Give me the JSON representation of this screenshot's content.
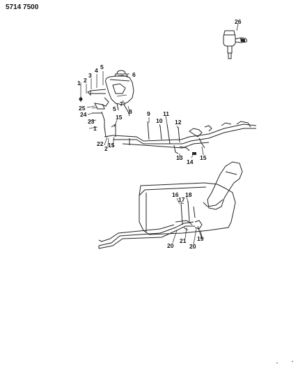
{
  "header": {
    "catalog_code": "5714 7500"
  },
  "callouts": [
    {
      "id": "c1a",
      "text": "1"
    },
    {
      "id": "c2",
      "text": "2"
    },
    {
      "id": "c3",
      "text": "3"
    },
    {
      "id": "c4",
      "text": "4"
    },
    {
      "id": "c5a",
      "text": "5"
    },
    {
      "id": "c6",
      "text": "6"
    },
    {
      "id": "c25",
      "text": "25"
    },
    {
      "id": "c5b",
      "text": "5"
    },
    {
      "id": "c7",
      "text": "7"
    },
    {
      "id": "c8",
      "text": "8"
    },
    {
      "id": "c24",
      "text": "24"
    },
    {
      "id": "c23",
      "text": "23"
    },
    {
      "id": "c1b",
      "text": "1"
    },
    {
      "id": "c15a",
      "text": "15"
    },
    {
      "id": "c22",
      "text": "22"
    },
    {
      "id": "c2b",
      "text": "2"
    },
    {
      "id": "c15b",
      "text": "15"
    },
    {
      "id": "c9",
      "text": "9"
    },
    {
      "id": "c10",
      "text": "10"
    },
    {
      "id": "c11",
      "text": "11"
    },
    {
      "id": "c12",
      "text": "12"
    },
    {
      "id": "c13",
      "text": "13"
    },
    {
      "id": "c14",
      "text": "14"
    },
    {
      "id": "c15c",
      "text": "15"
    },
    {
      "id": "c26",
      "text": "26"
    },
    {
      "id": "c16",
      "text": "16"
    },
    {
      "id": "c17",
      "text": "17"
    },
    {
      "id": "c18",
      "text": "18"
    },
    {
      "id": "c20a",
      "text": "20"
    },
    {
      "id": "c21",
      "text": "21"
    },
    {
      "id": "c19",
      "text": "19"
    },
    {
      "id": "c20b",
      "text": "20"
    }
  ]
}
